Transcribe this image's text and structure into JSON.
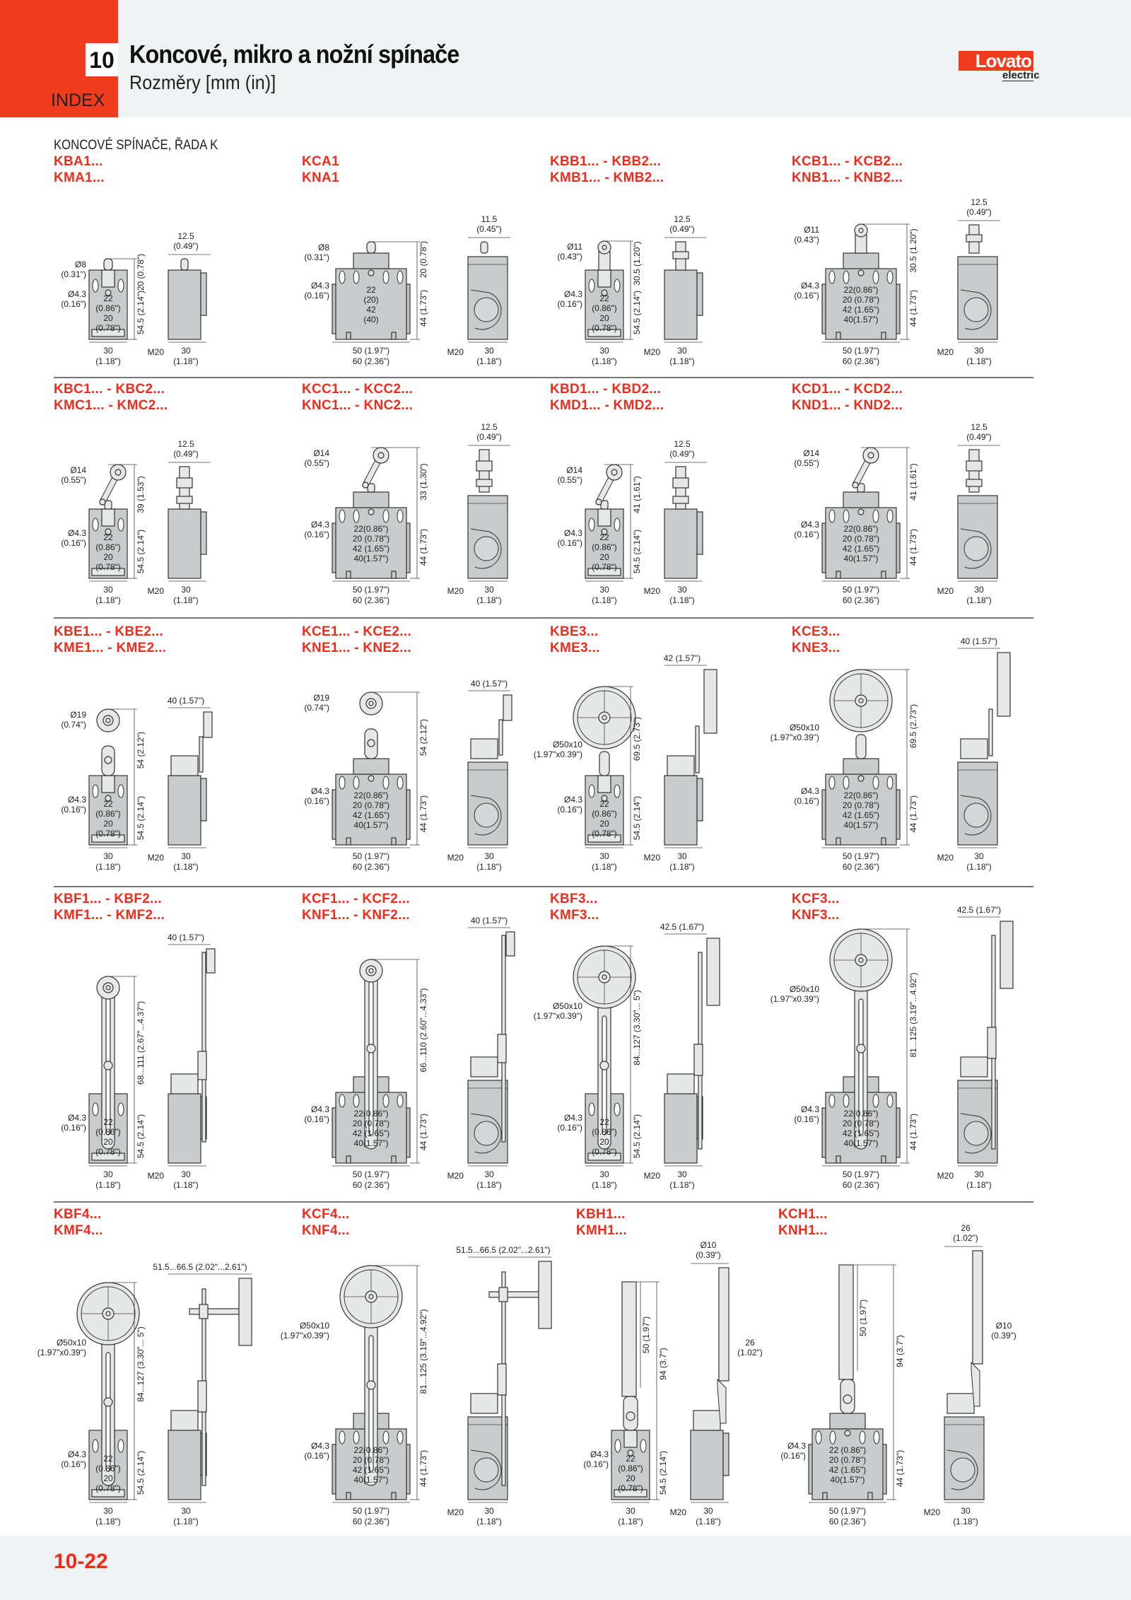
{
  "header": {
    "chapter": "10",
    "title": "Koncové, mikro a nožní spínače",
    "subtitle": "Rozměry [mm (in)]",
    "index": "INDEX"
  },
  "logo": {
    "brand": "Lovato",
    "sub": "electric"
  },
  "section_title": "KONCOVÉ SPÍNAČE, ŘADA K",
  "colors": {
    "accent": "#ef2b1c",
    "header_bg": "#eef2f3",
    "body": "#c9cccd"
  },
  "cells": [
    {
      "code1": "KBA1...",
      "code2": "KMA1...",
      "body": "narrow",
      "act": "plunger",
      "dims": {
        "top_dia": [
          "Ø8",
          "(0.31\")"
        ],
        "hole": [
          "Ø4.3",
          "(0.16\")"
        ],
        "inner": [
          "22",
          "(0.86\")",
          "20",
          "(0.78\")"
        ],
        "h_top": "20 (0.78\")",
        "h_body": "54.5 (2.14\")",
        "w_front": [
          "30",
          "(1.18\")"
        ],
        "side_top": [
          "12.5",
          "(0.49\")"
        ],
        "side_w": [
          "30",
          "(1.18\")"
        ],
        "m20": "M20"
      }
    },
    {
      "code1": "KCA1",
      "code2": "KNA1",
      "body": "wide",
      "act": "plunger",
      "dims": {
        "top_dia": [
          "Ø8",
          "(0.31\")"
        ],
        "hole": [
          "Ø4.3",
          "(0.16\")"
        ],
        "inner": [
          "22",
          "(20)",
          "42",
          "(40)"
        ],
        "h_top": "20 (0.78\")",
        "h_body": "44 (1.73\")",
        "w_front": [
          "50 (1.97\")",
          "60 (2.36\")"
        ],
        "side_top": [
          "11.5",
          "(0.45\")"
        ],
        "side_w": [
          "30",
          "(1.18\")"
        ],
        "m20": "M20"
      }
    },
    {
      "code1": "KBB1... - KBB2...",
      "code2": "KMB1... - KMB2...",
      "body": "narrow",
      "act": "rollerPlunger",
      "dims": {
        "top_dia": [
          "Ø11",
          "(0.43\")"
        ],
        "hole": [
          "Ø4.3",
          "(0.16\")"
        ],
        "inner": [
          "22",
          "(0.86\")",
          "20",
          "(0.78\")"
        ],
        "h_top": "30.5 (1.20\")",
        "h_body": "54.5 (2.14\")",
        "w_front": [
          "30",
          "(1.18\")"
        ],
        "side_top": [
          "12.5",
          "(0.49\")"
        ],
        "side_w": [
          "30",
          "(1.18\")"
        ],
        "m20": "M20"
      }
    },
    {
      "code1": "KCB1... - KCB2...",
      "code2": "KNB1... - KNB2...",
      "body": "wide",
      "act": "rollerPlunger",
      "dims": {
        "top_dia": [
          "Ø11",
          "(0.43\")"
        ],
        "hole": [
          "Ø4.3",
          "(0.16\")"
        ],
        "inner": [
          "22(0.86\")",
          "20 (0.78\")",
          "42 (1.65\")",
          "40(1.57\")"
        ],
        "h_top": "30.5 (1.20\")",
        "h_body": "44 (1.73\")",
        "w_front": [
          "50 (1.97\")",
          "60 (2.36\")"
        ],
        "side_top": [
          "12.5",
          "(0.49\")"
        ],
        "side_w": [
          "30",
          "(1.18\")"
        ],
        "m20": "M20"
      }
    },
    {
      "code1": "KBC1... - KBC2...",
      "code2": "KMC1... - KMC2...",
      "body": "narrow",
      "act": "rollerLever",
      "dims": {
        "top_dia": [
          "Ø14",
          "(0.55\")"
        ],
        "hole": [
          "Ø4.3",
          "(0.16\")"
        ],
        "inner": [
          "22",
          "(0.86\")",
          "20",
          "(0.78\")"
        ],
        "h_top": "39 (1.53\")",
        "h_body": "54.5 (2.14\")",
        "w_front": [
          "30",
          "(1.18\")"
        ],
        "side_top": [
          "12.5",
          "(0.49\")"
        ],
        "side_w": [
          "30",
          "(1.18\")"
        ],
        "m20": "M20"
      }
    },
    {
      "code1": "KCC1... - KCC2...",
      "code2": "KNC1... - KNC2...",
      "body": "wide",
      "act": "rollerLever",
      "dims": {
        "top_dia": [
          "Ø14",
          "(0.55\")"
        ],
        "hole": [
          "Ø4.3",
          "(0.16\")"
        ],
        "inner": [
          "22(0.86\")",
          "20 (0.78\")",
          "42 (1.65\")",
          "40(1.57\")"
        ],
        "h_top": "33 (1.30\")",
        "h_body": "44 (1.73\")",
        "w_front": [
          "50 (1.97\")",
          "60 (2.36\")"
        ],
        "side_top": [
          "12.5",
          "(0.49\")"
        ],
        "side_w": [
          "30",
          "(1.18\")"
        ],
        "m20": "M20"
      }
    },
    {
      "code1": "KBD1... - KBD2...",
      "code2": "KMD1... - KMD2...",
      "body": "narrow",
      "act": "rollerLever",
      "dims": {
        "top_dia": [
          "Ø14",
          "(0.55\")"
        ],
        "hole": [
          "Ø4.3",
          "(0.16\")"
        ],
        "inner": [
          "22",
          "(0.86\")",
          "20",
          "(0.78\")"
        ],
        "h_top": "41 (1.61\")",
        "h_body": "54.5 (2.14\")",
        "w_front": [
          "30",
          "(1.18\")"
        ],
        "side_top": [
          "12.5",
          "(0.49\")"
        ],
        "side_w": [
          "30",
          "(1.18\")"
        ],
        "m20": "M20"
      }
    },
    {
      "code1": "KCD1... - KCD2...",
      "code2": "KND1... - KND2...",
      "body": "wide",
      "act": "rollerLever",
      "dims": {
        "top_dia": [
          "Ø14",
          "(0.55\")"
        ],
        "hole": [
          "Ø4.3",
          "(0.16\")"
        ],
        "inner": [
          "22(0.86\")",
          "20 (0.78\")",
          "42 (1.65\")",
          "40(1.57\")"
        ],
        "h_top": "41 (1.61\")",
        "h_body": "44 (1.73\")",
        "w_front": [
          "50 (1.97\")",
          "60 (2.36\")"
        ],
        "side_top": [
          "12.5",
          "(0.49\")"
        ],
        "side_w": [
          "30",
          "(1.18\")"
        ],
        "m20": "M20"
      }
    },
    {
      "code1": "KBE1... - KBE2...",
      "code2": "KME1... - KME2...",
      "body": "narrow",
      "act": "roller19",
      "dims": {
        "top_dia": [
          "Ø19",
          "(0.74\")"
        ],
        "hole": [
          "Ø4.3",
          "(0.16\")"
        ],
        "inner": [
          "22",
          "(0.86\")",
          "20",
          "(0.78\")"
        ],
        "h_top": "54 (2.12\")",
        "h_body": "54.5 (2.14\")",
        "w_front": [
          "30",
          "(1.18\")"
        ],
        "side_top": [
          "40 (1.57\")"
        ],
        "side_w": [
          "30",
          "(1.18\")"
        ],
        "m20": "M20"
      }
    },
    {
      "code1": "KCE1... - KCE2...",
      "code2": "KNE1... - KNE2...",
      "body": "wide",
      "act": "roller19",
      "dims": {
        "top_dia": [
          "Ø19",
          "(0.74\")"
        ],
        "hole": [
          "Ø4.3",
          "(0.16\")"
        ],
        "inner": [
          "22(0.86\")",
          "20 (0.78\")",
          "42 (1.65\")",
          "40(1.57\")"
        ],
        "h_top": "54 (2.12\")",
        "h_body": "44 (1.73\")",
        "w_front": [
          "50 (1.97\")",
          "60 (2.36\")"
        ],
        "side_top": [
          "40 (1.57\")"
        ],
        "side_w": [
          "30",
          "(1.18\")"
        ],
        "m20": "M20"
      }
    },
    {
      "code1": "KBE3...",
      "code2": "KME3...",
      "body": "narrow",
      "act": "wheel",
      "dims": {
        "top_dia": [
          "Ø50x10",
          "(1.97\"x0.39\")"
        ],
        "hole": [
          "Ø4.3",
          "(0.16\")"
        ],
        "inner": [
          "22",
          "(0.86\")",
          "20",
          "(0.78\")"
        ],
        "h_top": "69.5 (2.73\")",
        "h_body": "54.5 (2.14\")",
        "w_front": [
          "30",
          "(1.18\")"
        ],
        "side_top": [
          "42 (1.57\")"
        ],
        "side_w": [
          "30",
          "(1.18\")"
        ],
        "m20": "M20"
      }
    },
    {
      "code1": "KCE3...",
      "code2": "KNE3...",
      "body": "wide",
      "act": "wheel",
      "dims": {
        "top_dia": [
          "Ø50x10",
          "(1.97\"x0.39\")"
        ],
        "hole": [
          "Ø4.3",
          "(0.16\")"
        ],
        "inner": [
          "22(0.86\")",
          "20 (0.78\")",
          "42 (1.65\")",
          "40(1.57\")"
        ],
        "h_top": "69.5 (2.73\")",
        "h_body": "44 (1.73\")",
        "w_front": [
          "50 (1.97\")",
          "60 (2.36\")"
        ],
        "side_top": [
          "40 (1.57\")"
        ],
        "side_w": [
          "30",
          "(1.18\")"
        ],
        "m20": "M20"
      }
    },
    {
      "code1": "KBF1... - KBF2...",
      "code2": "KMF1... - KMF2...",
      "body": "narrow",
      "act": "adjLever",
      "dims": {
        "hole": [
          "Ø4.3",
          "(0.16\")"
        ],
        "inner": [
          "22",
          "(0.86\")",
          "20",
          "(0.78\")"
        ],
        "h_top": "68...111 (2.67\"...4.37\")",
        "h_body": "54.5 (2.14\")",
        "w_front": [
          "30",
          "(1.18\")"
        ],
        "side_top": [
          "40 (1.57\")"
        ],
        "side_w": [
          "30",
          "(1.18\")"
        ],
        "m20": "M20"
      }
    },
    {
      "code1": "KCF1... - KCF2...",
      "code2": "KNF1... - KNF2...",
      "body": "wide",
      "act": "adjLever",
      "dims": {
        "hole": [
          "Ø4.3",
          "(0.16\")"
        ],
        "inner": [
          "22(0.86\")",
          "20 (0.78\")",
          "42 (1.65\")",
          "40(1.57\")"
        ],
        "h_top": "66...110 (2.60\"...4.33\")",
        "h_body": "44 (1.73\")",
        "w_front": [
          "50 (1.97\")",
          "60 (2.36\")"
        ],
        "side_top": [
          "40 (1.57\")"
        ],
        "side_w": [
          "30",
          "(1.18\")"
        ],
        "m20": "M20"
      }
    },
    {
      "code1": "KBF3...",
      "code2": "KMF3...",
      "body": "narrow",
      "act": "adjWheel",
      "dims": {
        "top_dia": [
          "Ø50x10",
          "(1.97\"x0.39\")"
        ],
        "hole": [
          "Ø4.3",
          "(0.16\")"
        ],
        "inner": [
          "22",
          "(0.86\")",
          "20",
          "(0.78\")"
        ],
        "h_top": "84...127 (3.30\"... 5\")",
        "h_body": "54.5 (2.14\")",
        "w_front": [
          "30",
          "(1.18\")"
        ],
        "side_top": [
          "42.5 (1.67\")"
        ],
        "side_w": [
          "30",
          "(1.18\")"
        ],
        "m20": "M20"
      }
    },
    {
      "code1": "KCF3...",
      "code2": "KNF3...",
      "body": "wide",
      "act": "adjWheel",
      "dims": {
        "top_dia": [
          "Ø50x10",
          "(1.97\"x0.39\")"
        ],
        "hole": [
          "Ø4.3",
          "(0.16\")"
        ],
        "inner": [
          "22(0.86\")",
          "20 (0.78\")",
          "42 (1.65\")",
          "40(1.57\")"
        ],
        "h_top": "81...125 (3.19\"...4.92\")",
        "h_body": "44 (1.73\")",
        "w_front": [
          "50 (1.97\")",
          "60 (2.36\")"
        ],
        "side_top": [
          "42.5 (1.67\")"
        ],
        "side_w": [
          "30",
          "(1.18\")"
        ],
        "m20": "M20"
      }
    },
    {
      "code1": "KBF4...",
      "code2": "KMF4...",
      "body": "narrow",
      "act": "adjWheelOffset",
      "dims": {
        "top_dia": [
          "Ø50x10",
          "(1.97\"x0.39\")"
        ],
        "hole": [
          "Ø4.3",
          "(0.16\")"
        ],
        "inner": [
          "22",
          "(0.86\")",
          "20",
          "(0.78\")"
        ],
        "h_top": "84...127 (3.30\"... 5\")",
        "h_body": "54.5 (2.14\")",
        "w_front": [
          "30",
          "(1.18\")"
        ],
        "side_top": [
          "51.5...66.5 (2.02\"...2.61\")"
        ],
        "side_w": [
          "30",
          "(1.18\")"
        ]
      }
    },
    {
      "code1": "KCF4...",
      "code2": "KNF4...",
      "body": "wide",
      "act": "adjWheelOffset",
      "dims": {
        "top_dia": [
          "Ø50x10",
          "(1.97\"x0.39\")"
        ],
        "hole": [
          "Ø4.3",
          "(0.16\")"
        ],
        "inner": [
          "22(0.86\")",
          "20 (0.78\")",
          "42 (1.65\")",
          "40(1.57\")"
        ],
        "h_top": "81...125 (3.19\"...4.92\")",
        "h_body": "44 (1.73\")",
        "w_front": [
          "50 (1.97\")",
          "60 (2.36\")"
        ],
        "side_top": [
          "51.5...66.5 (2.02\"...2.61\")"
        ],
        "side_w": [
          "30",
          "(1.18\")"
        ],
        "m20": "M20"
      }
    },
    {
      "code1": "KBH1...",
      "code2": "KMH1...",
      "body": "narrow",
      "act": "rod",
      "dims": {
        "hole": [
          "Ø4.3",
          "(0.16\")"
        ],
        "inner": [
          "22",
          "(0.86\")",
          "20",
          "(0.78\")"
        ],
        "rod": "50 (1.97\")",
        "h_top": "94 (3.7\")",
        "h_body": "54.5 (2.14\")",
        "w_front": [
          "30",
          "(1.18\")"
        ],
        "side_top": [
          "Ø10",
          "(0.39\")"
        ],
        "side_extra": [
          "26",
          "(1.02\")"
        ],
        "side_w": [
          "30",
          "(1.18\")"
        ],
        "m20": "M20"
      }
    },
    {
      "code1": "KCH1...",
      "code2": "KNH1...",
      "body": "wide",
      "act": "rod",
      "dims": {
        "hole": [
          "Ø4.3",
          "(0.16\")"
        ],
        "inner": [
          "22 (0.86\")",
          "20 (0.78\")",
          "42 (1.65\")",
          "40(1.57\")"
        ],
        "rod": "50 (1.97\")",
        "h_top": "94 (3.7\")",
        "h_body": "44 (1.73\")",
        "w_front": [
          "50 (1.97\")",
          "60 (2.36\")"
        ],
        "side_top": [
          "26",
          "(1.02\")"
        ],
        "side_extra": [
          "Ø10",
          "(0.39\")"
        ],
        "side_w": [
          "30",
          "(1.18\")"
        ],
        "m20": "M20"
      }
    }
  ],
  "footer": {
    "page": "10-22"
  }
}
